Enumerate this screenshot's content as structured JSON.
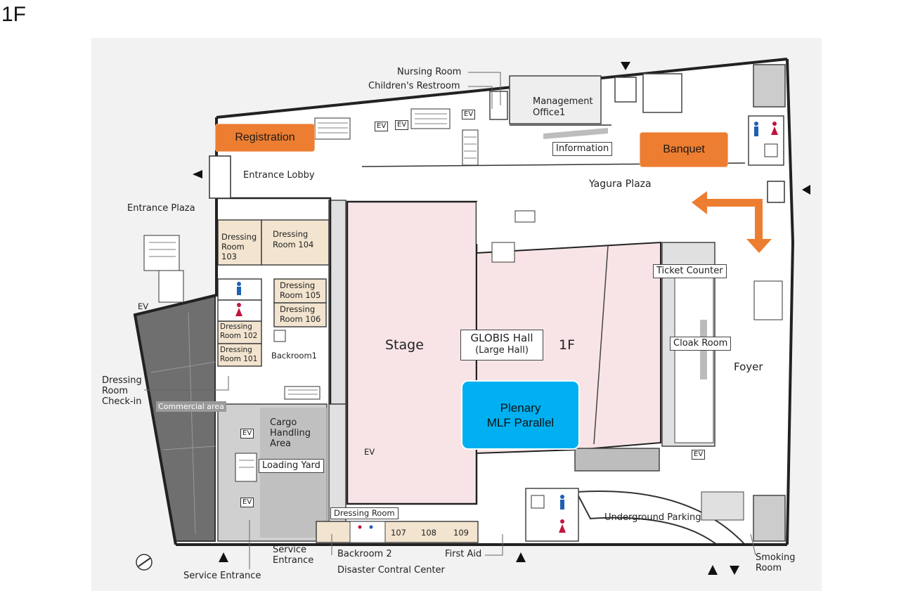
{
  "floor_title": "1F",
  "highlights": {
    "registration": "Registration",
    "banquet": "Banquet",
    "plenary_line1": "Plenary",
    "plenary_line2": "MLF Parallel"
  },
  "hall": {
    "name": "GLOBIS Hall",
    "sub": "(Large Hall)",
    "floor": "1F",
    "stage": "Stage"
  },
  "boxed_labels": {
    "information": "Information",
    "ticket_counter": "Ticket Counter",
    "cloak_room": "Cloak Room",
    "loading_yard": "Loading Yard",
    "commercial_area": "Commercial area",
    "dressing_room_strip": "Dressing Room"
  },
  "labels": {
    "nursing_room": "Nursing Room",
    "childrens_restroom": "Children's Restroom",
    "management_office_1": "Management",
    "management_office_2": "Office1",
    "entrance_lobby": "Entrance Lobby",
    "yagura_plaza": "Yagura Plaza",
    "entrance_plaza": "Entrance Plaza",
    "foyer": "Foyer",
    "dressing_room_103_1": "Dressing",
    "dressing_room_103_2": "Room",
    "dressing_room_103_3": "103",
    "dressing_room_104_1": "Dressing",
    "dressing_room_104_2": "Room 104",
    "dressing_room_105_1": "Dressing",
    "dressing_room_105_2": "Room 105",
    "dressing_room_106_1": "Dressing",
    "dressing_room_106_2": "Room 106",
    "dressing_room_102_1": "Dressing",
    "dressing_room_102_2": "Room 102",
    "dressing_room_101_1": "Dressing",
    "dressing_room_101_2": "Room 101",
    "backroom_1": "Backroom1",
    "dressing_checkin_1": "Dressing",
    "dressing_checkin_2": "Room",
    "dressing_checkin_3": "Check-in",
    "cargo_1": "Cargo",
    "cargo_2": "Handling",
    "cargo_3": "Area",
    "room_107": "107",
    "room_108": "108",
    "room_109": "109",
    "backroom_2": "Backroom 2",
    "first_aid": "First Aid",
    "service_entrance_inner_1": "Service",
    "service_entrance_inner_2": "Entrance",
    "service_entrance": "Service Entrance",
    "disaster_center": "Disaster Contral Center",
    "underground_parking": "Underground Parking",
    "smoking_1": "Smoking",
    "smoking_2": "Room",
    "ev": "EV"
  },
  "colors": {
    "orange": "#ed7d31",
    "plenary_blue": "#00b0f0",
    "hall_pink": "#f8e4e6",
    "dressing_tan": "#f2e4cf",
    "dark_gray": "#6f6f6f",
    "mid_gray": "#c8c8c8"
  }
}
